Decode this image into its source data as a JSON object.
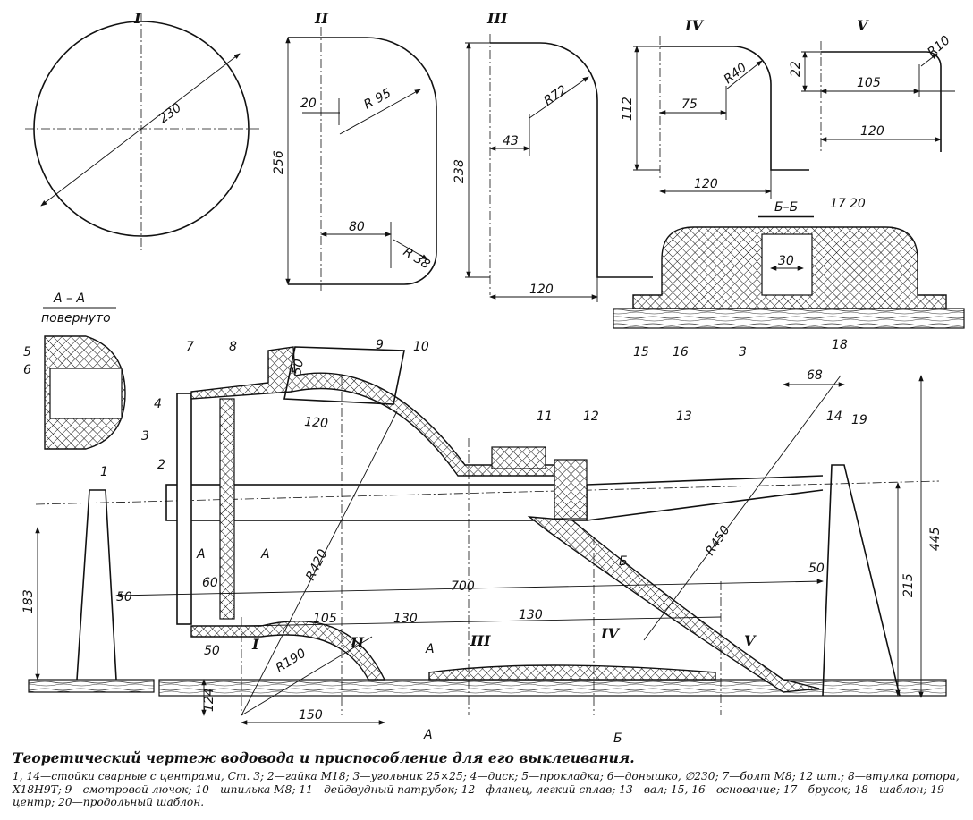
{
  "figure": {
    "title": "Теоретический чертеж водовода и приспособление для его выклеивания.",
    "legend": "1, 14—стойки сварные с центрами, Ст. 3; 2—гайка М18; 3—угольник 25×25; 4—диск; 5—прокладка; 6—донышко, ∅230; 7—болт М8; 12 шт.; 8—втулка ротора, Х18Н9Т; 9—смотровой лючок; 10—шпилька М8; 11—дейдвудный патрубок; 12—фланец, легкий сплав; 13—вал; 15, 16—основание; 17—брусок; 18—шаблон; 19—центр; 20—продольный шаблон."
  },
  "sections": {
    "I": {
      "label": "I",
      "dims": [
        "230"
      ]
    },
    "II": {
      "label": "II",
      "dims": [
        "20",
        "R 95",
        "256",
        "80",
        "R 38"
      ]
    },
    "III": {
      "label": "III",
      "dims": [
        "R72",
        "43",
        "238",
        "120"
      ]
    },
    "IV": {
      "label": "IV",
      "dims": [
        "R40",
        "112",
        "75",
        "120"
      ]
    },
    "V": {
      "label": "V",
      "dims": [
        "R10",
        "22",
        "105",
        "120"
      ]
    }
  },
  "views": {
    "aa": {
      "title": "А – А",
      "subtitle": "повернуто"
    },
    "bb": {
      "title": "Б–Б"
    }
  },
  "main_dims": [
    "700",
    "R420",
    "R450",
    "R190",
    "183",
    "445",
    "215",
    "124",
    "150",
    "105",
    "130",
    "130",
    "60",
    "50",
    "50",
    "50",
    "68",
    "120",
    "50",
    "30"
  ],
  "part_numbers": [
    "1",
    "2",
    "3",
    "4",
    "5",
    "6",
    "7",
    "8",
    "9",
    "10",
    "11",
    "12",
    "13",
    "14",
    "15",
    "16",
    "17",
    "18",
    "19",
    "20"
  ],
  "section_marks": [
    "I",
    "II",
    "III",
    "IV",
    "V",
    "А",
    "А",
    "Б",
    "Б",
    "А",
    "А"
  ],
  "colors": {
    "ink": "#111111",
    "paper": "#ffffff"
  }
}
